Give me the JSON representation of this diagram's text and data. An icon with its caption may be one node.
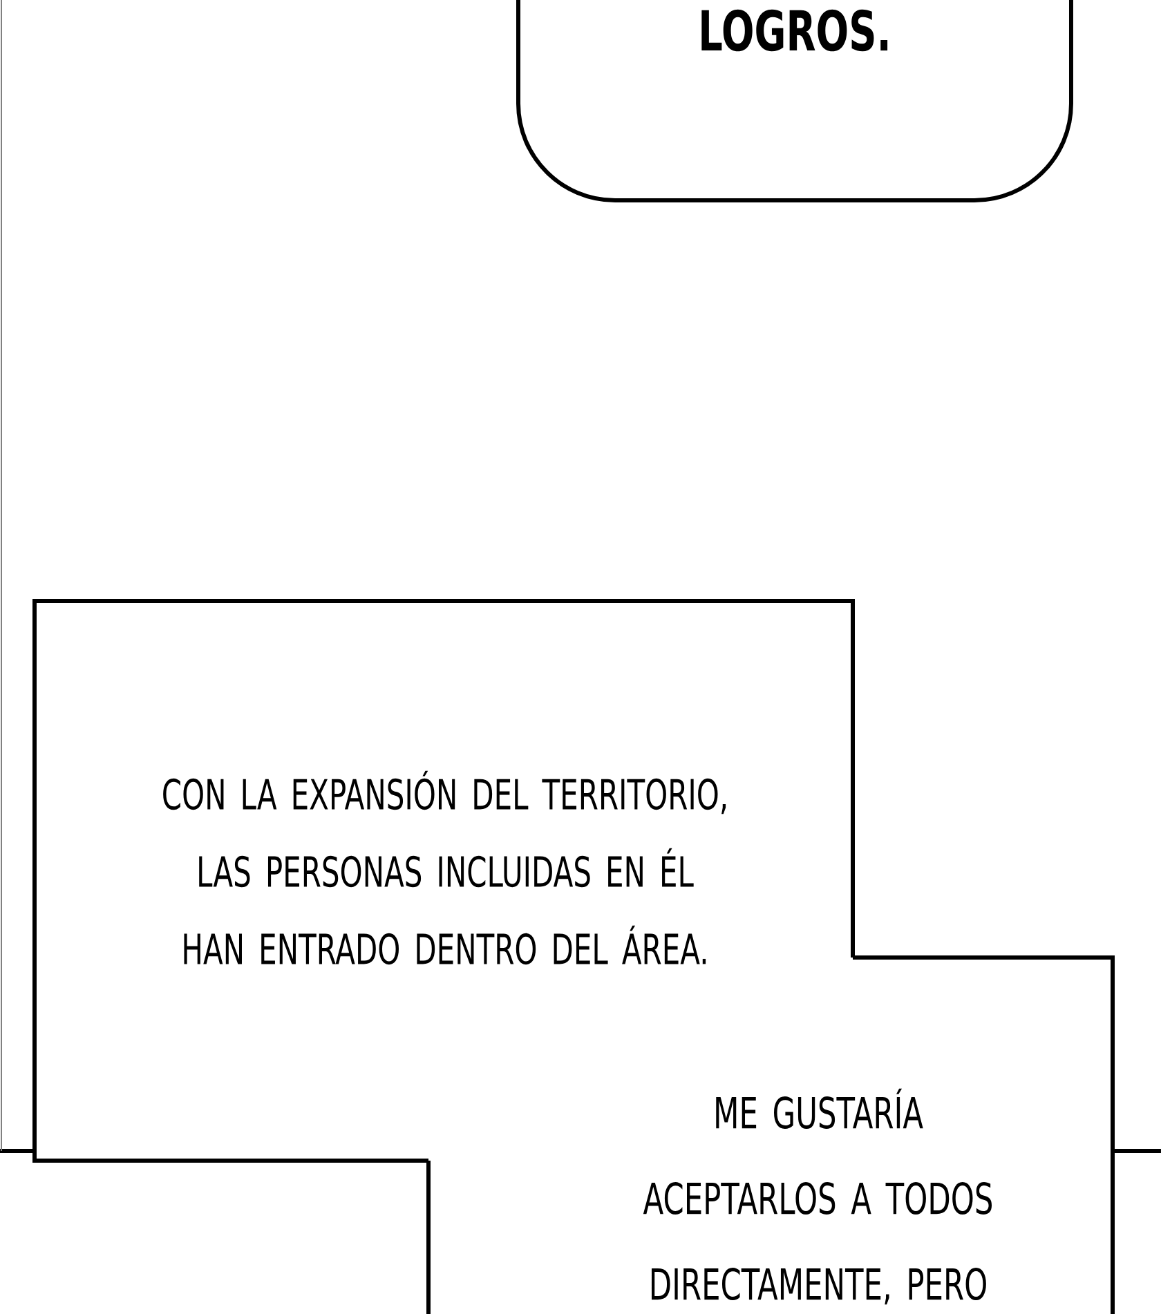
{
  "diagram": {
    "nodes": [
      {
        "text": [
          "LOGROS."
        ]
      },
      {
        "text": [
          "CON LA EXPANSIÓN DEL TERRITORIO, LAS PERSONAS INCLUIDAS EN ÉL HAN ENTRADO DENTRO DEL ÁREA."
        ]
      },
      {
        "text": [
          "ME GUSTARÍA ACEPTARLOS A TODOS DIRECTAMENTE, PERO"
        ]
      }
    ]
  }
}
